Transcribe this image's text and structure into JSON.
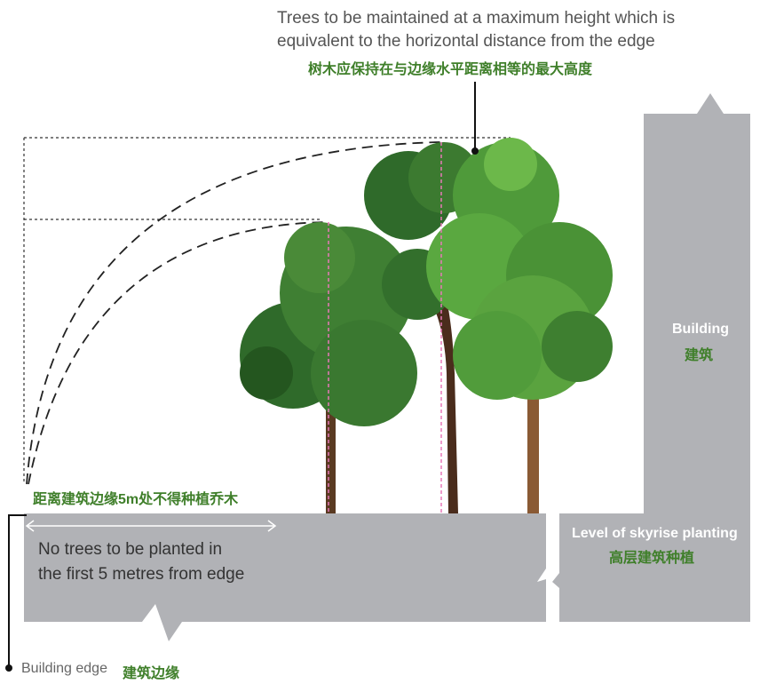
{
  "top_note": {
    "line1": "Trees to be maintained at a maximum height which is",
    "line2": "equivalent to the horizontal distance from the edge",
    "cn": "树木应保持在与边缘水平距离相等的最大高度"
  },
  "no_plant_cn": "距离建筑边缘5m处不得种植乔木",
  "no_plant": {
    "line1": "No trees to be planted in",
    "line2": "the first 5 metres from edge"
  },
  "building": {
    "en": "Building",
    "cn": "建筑"
  },
  "skyrise": {
    "en": "Level of skyrise planting",
    "cn": "高层建筑种植"
  },
  "building_edge": {
    "en": "Building edge",
    "cn": "建筑边缘"
  },
  "colors": {
    "slab": "#b1b2b6",
    "green_text": "#3f7f2a",
    "pink_guide": "#e879b8"
  }
}
